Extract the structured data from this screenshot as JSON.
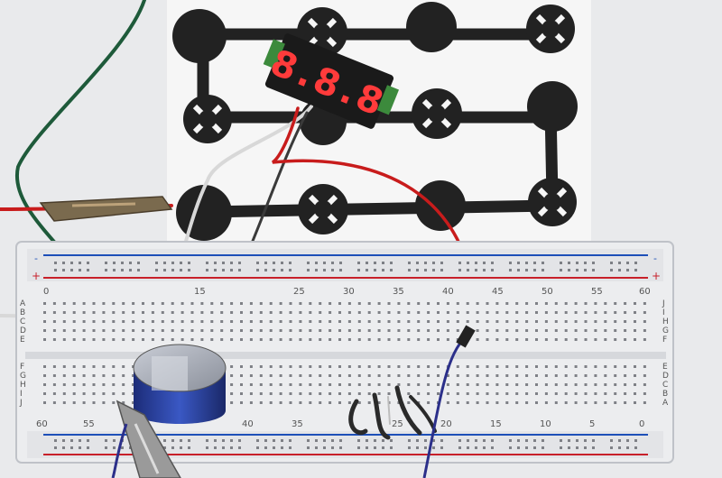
{
  "photo": {
    "voltmeter": {
      "display": "8.8.8",
      "digit_color": "#ff3b3b"
    },
    "breadboard": {
      "top_columns": [
        "0",
        "15",
        "25",
        "30",
        "35",
        "40",
        "45",
        "50",
        "55",
        "60"
      ],
      "bottom_columns": [
        "60",
        "55",
        "40",
        "35",
        "25",
        "20",
        "15",
        "10",
        "5",
        "0"
      ],
      "left_rows_top": [
        "A",
        "B",
        "C",
        "D",
        "E"
      ],
      "left_rows_bottom": [
        "F",
        "G",
        "H",
        "I",
        "J"
      ],
      "right_rows_top": [
        "J",
        "I",
        "H",
        "G",
        "F"
      ],
      "right_rows_bottom": [
        "E",
        "D",
        "C",
        "B",
        "A"
      ],
      "rail_minus": "-",
      "rail_plus": "+"
    },
    "colors": {
      "background": "#e9eaec",
      "paper": "#f6f6f6",
      "ink": "#222222",
      "breadboard": "#ecedef",
      "rail_blue": "#1d4fb8",
      "rail_red": "#c8202a",
      "capacitor": "#2a3f9a",
      "wire_red": "#c81c1c",
      "wire_green": "#1e5a3a",
      "wire_blue": "#2b2f8a"
    }
  }
}
